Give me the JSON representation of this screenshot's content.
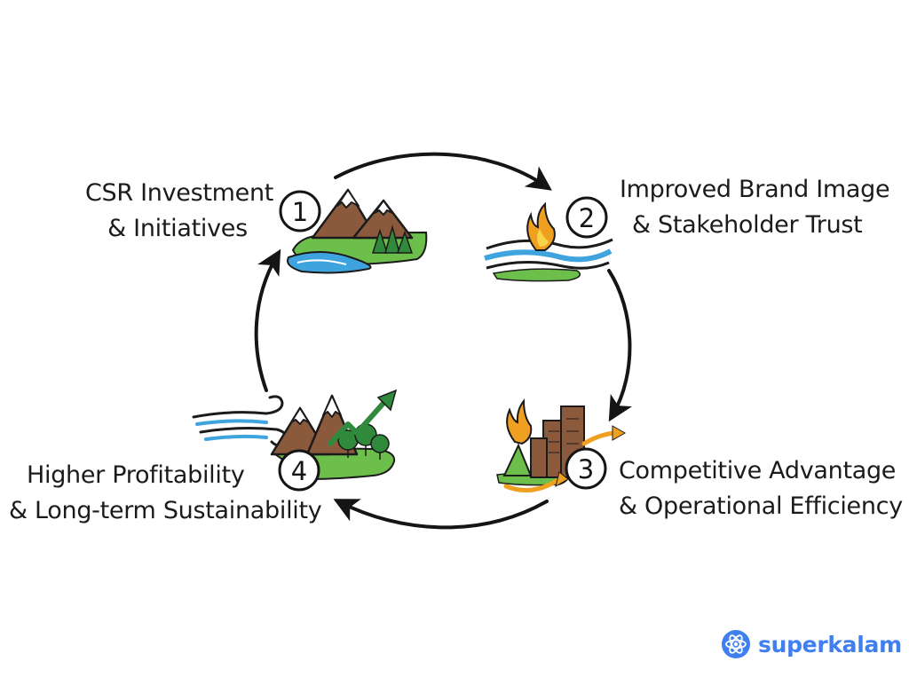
{
  "steps": [
    {
      "number": "1",
      "line1": "CSR Investment",
      "line2": "& Initiatives"
    },
    {
      "number": "2",
      "line1": "Improved Brand Image",
      "line2": "& Stakeholder Trust"
    },
    {
      "number": "3",
      "line1": "Competitive Advantage",
      "line2": "& Operational Efficiency"
    },
    {
      "number": "4",
      "line1": "Higher Profitability",
      "line2": "& Long-term Sustainability"
    }
  ],
  "brand": {
    "name": "superkalam"
  },
  "colors": {
    "ink": "#1b1b1b",
    "brand_blue": "#3f7ff0",
    "mountain_brown": "#8b5a3c",
    "grass_green": "#6cbf4a",
    "water_blue": "#3fa4de",
    "flame_orange": "#f0a020",
    "tree_green": "#2f8a3c"
  }
}
